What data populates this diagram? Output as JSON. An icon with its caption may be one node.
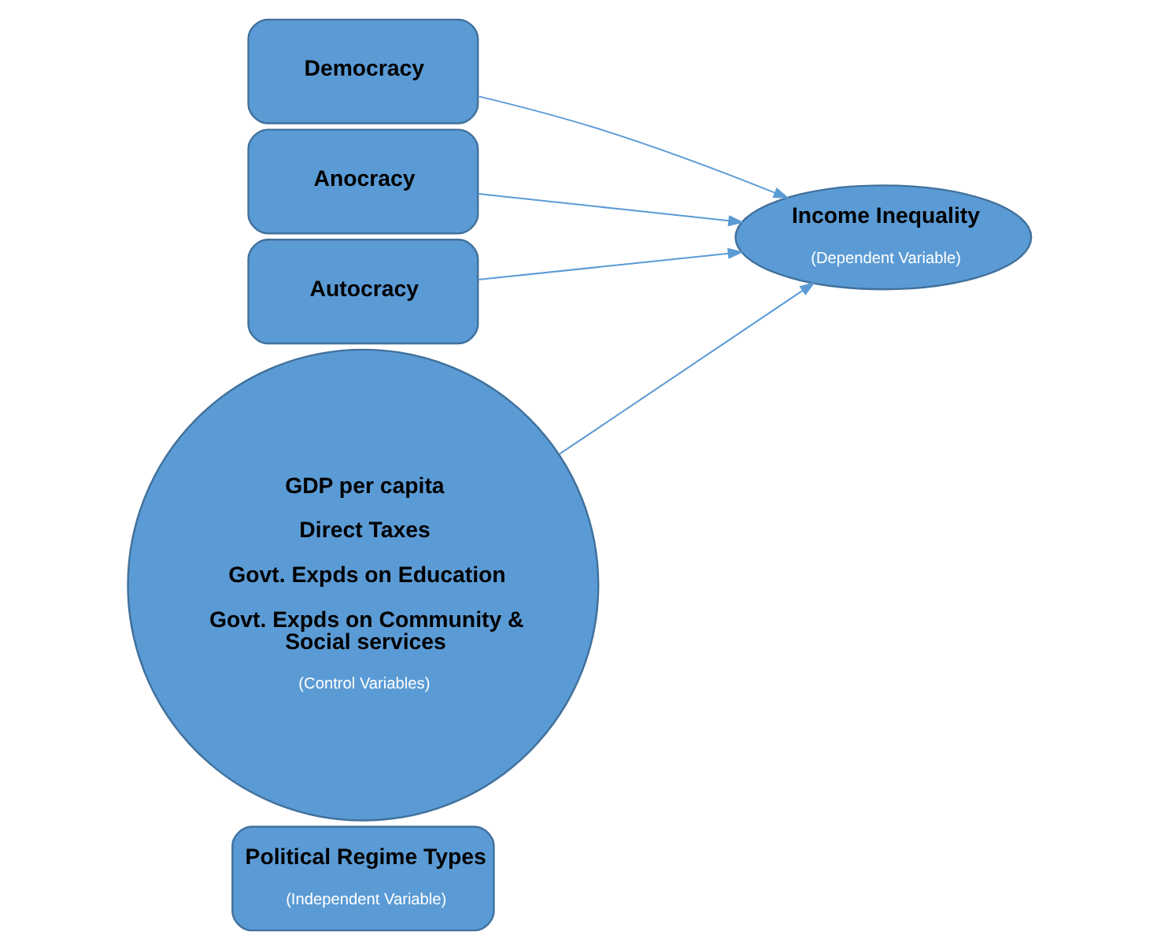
{
  "diagram": {
    "nodes": [
      {
        "text": [
          "Political Regime Types",
          "(Independent Variable)"
        ]
      },
      {
        "text": [
          "Democracy"
        ]
      },
      {
        "text": [
          "Anocracy"
        ]
      },
      {
        "text": [
          "Autocracy"
        ]
      },
      {
        "text": [
          "Income Inequality",
          "(Dependent Variable)"
        ]
      },
      {
        "text": [
          "GDP per capita",
          "Direct Taxes",
          "Govt. Expds on Education",
          "Govt. Expds on Community & Social services",
          "(Control Variables)"
        ]
      }
    ],
    "edges": [
      {
        "from": 1,
        "to": 4,
        "arrow": "to"
      },
      {
        "from": 2,
        "to": 4,
        "arrow": "to"
      },
      {
        "from": 3,
        "to": 4,
        "arrow": "to"
      },
      {
        "from": 5,
        "to": 4,
        "arrow": "to"
      }
    ]
  }
}
